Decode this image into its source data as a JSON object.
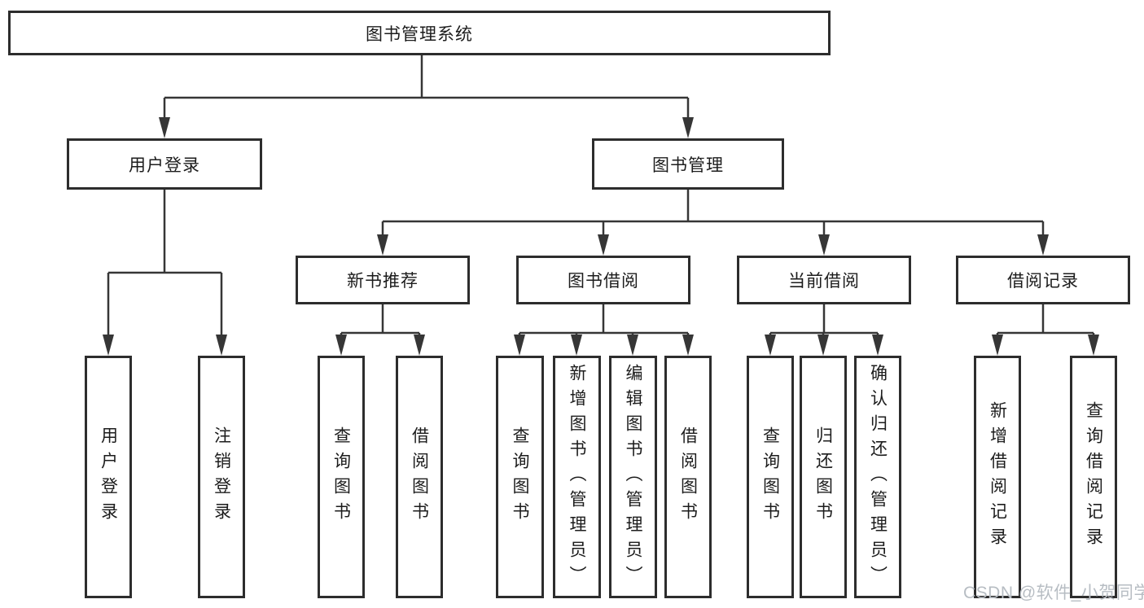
{
  "tree": {
    "root": {
      "label": "图书管理系统"
    },
    "branches": [
      {
        "label": "用户登录",
        "children": [
          {
            "label": "用户登录"
          },
          {
            "label": "注销登录"
          }
        ]
      },
      {
        "label": "图书管理",
        "children": [
          {
            "label": "新书推荐",
            "children": [
              {
                "label": "查询图书"
              },
              {
                "label": "借阅图书"
              }
            ]
          },
          {
            "label": "图书借阅",
            "children": [
              {
                "label": "查询图书"
              },
              {
                "label": "新增图书（管理员）"
              },
              {
                "label": "编辑图书（管理员）"
              },
              {
                "label": "借阅图书"
              }
            ]
          },
          {
            "label": "当前借阅",
            "children": [
              {
                "label": "查询图书"
              },
              {
                "label": "归还图书"
              },
              {
                "label": "确认归还（管理员）"
              }
            ]
          },
          {
            "label": "借阅记录",
            "children": [
              {
                "label": "新增借阅记录"
              },
              {
                "label": "查询借阅记录"
              }
            ]
          }
        ]
      }
    ]
  },
  "watermark": {
    "text": "CSDN @软件_小贺同学"
  },
  "colors": {
    "line": "#363636",
    "box_border": "#2d2d2d",
    "text": "#1c1c1c",
    "watermark": "#b7bdc3",
    "background": "#ffffff"
  }
}
